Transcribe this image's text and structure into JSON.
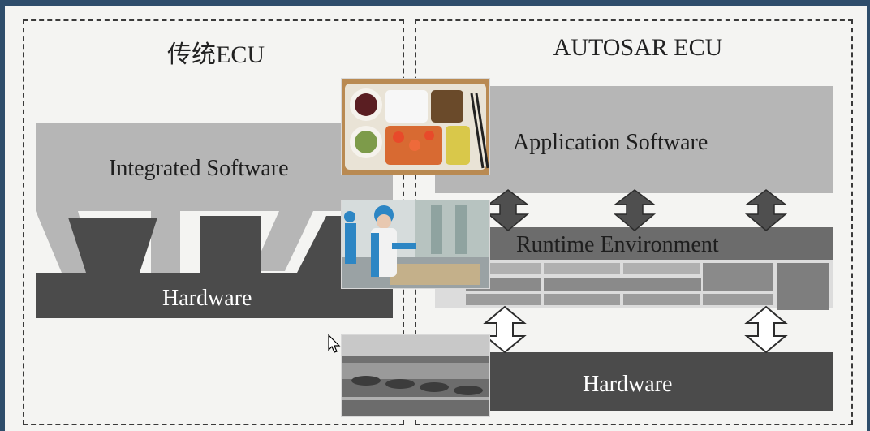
{
  "left_panel": {
    "title": "传统ECU",
    "integrated_software": "Integrated Software",
    "hardware": "Hardware"
  },
  "right_panel": {
    "title": "AUTOSAR ECU",
    "application_software": "Application Software",
    "runtime_environment": "Runtime Environment",
    "hardware": "Hardware"
  },
  "photos": [
    {
      "name": "food-tray-photo"
    },
    {
      "name": "kitchen-staff-photo"
    },
    {
      "name": "kitchen-stoves-photo"
    }
  ],
  "colors": {
    "light_block": "#b6b6b6",
    "dark_block": "#4b4b4b",
    "mid_block": "#8a8a8a",
    "background": "#2e4d6b"
  }
}
